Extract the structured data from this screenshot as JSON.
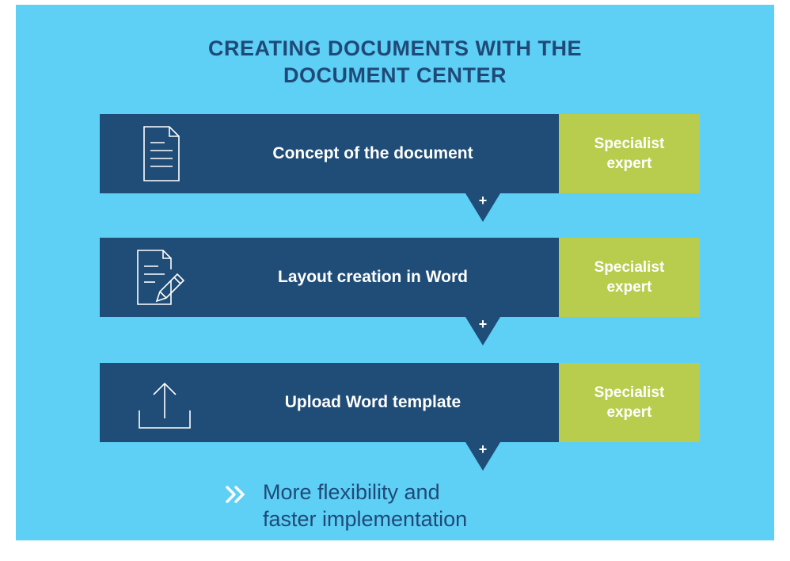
{
  "title": {
    "line1": "CREATING DOCUMENTS WITH THE",
    "line2": "DOCUMENT CENTER"
  },
  "steps": [
    {
      "icon": "document-icon",
      "label": "Concept of the document",
      "role_line1": "Specialist",
      "role_line2": "expert",
      "connector": "+"
    },
    {
      "icon": "document-edit-icon",
      "label": "Layout creation in Word",
      "role_line1": "Specialist",
      "role_line2": "expert",
      "connector": "+"
    },
    {
      "icon": "upload-icon",
      "label": "Upload Word template",
      "role_line1": "Specialist",
      "role_line2": "expert",
      "connector": "+"
    }
  ],
  "conclusion": {
    "icon": "double-chevron-right-icon",
    "line1": "More flexibility and",
    "line2": "faster implementation"
  },
  "colors": {
    "background": "#5ecff5",
    "step_fill": "#1f4d77",
    "role_fill": "#b8cd4e",
    "title_text": "#1f4a78",
    "white": "#ffffff"
  }
}
